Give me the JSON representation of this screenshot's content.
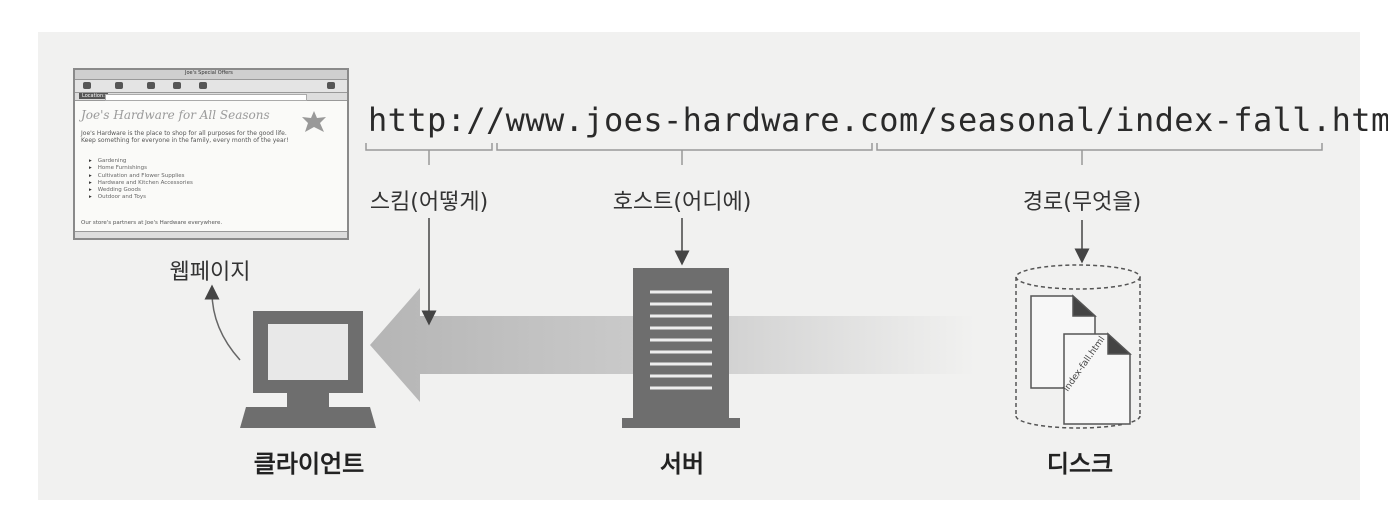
{
  "url": {
    "text": "http://www.joes-hardware.com/seasonal/index-fall.html",
    "scheme_label": "스킴(어떻게)",
    "host_label": "호스트(어디에)",
    "path_label": "경로(무엇을)"
  },
  "nodes": {
    "webpage_label": "웹페이지",
    "client_label": "클라이언트",
    "server_label": "서버",
    "disk_label": "디스크",
    "file_label": "index-fall.html"
  },
  "browser": {
    "title": "Joe's Special Offers",
    "location_label": "Location:",
    "heading": "Joe's Hardware for All Seasons",
    "paragraph": "Joe's Hardware is the place to shop for all purposes for the good life. Keep something for everyone in the family, every month of the year!",
    "items": [
      "Gardening",
      "Home Furnishings",
      "Cultivation and Flower Supplies",
      "Hardware and Kitchen Accessories",
      "Wedding Goods",
      "Outdoor and Toys"
    ],
    "footer": "Our store's partners at Joe's Hardware everywhere."
  }
}
